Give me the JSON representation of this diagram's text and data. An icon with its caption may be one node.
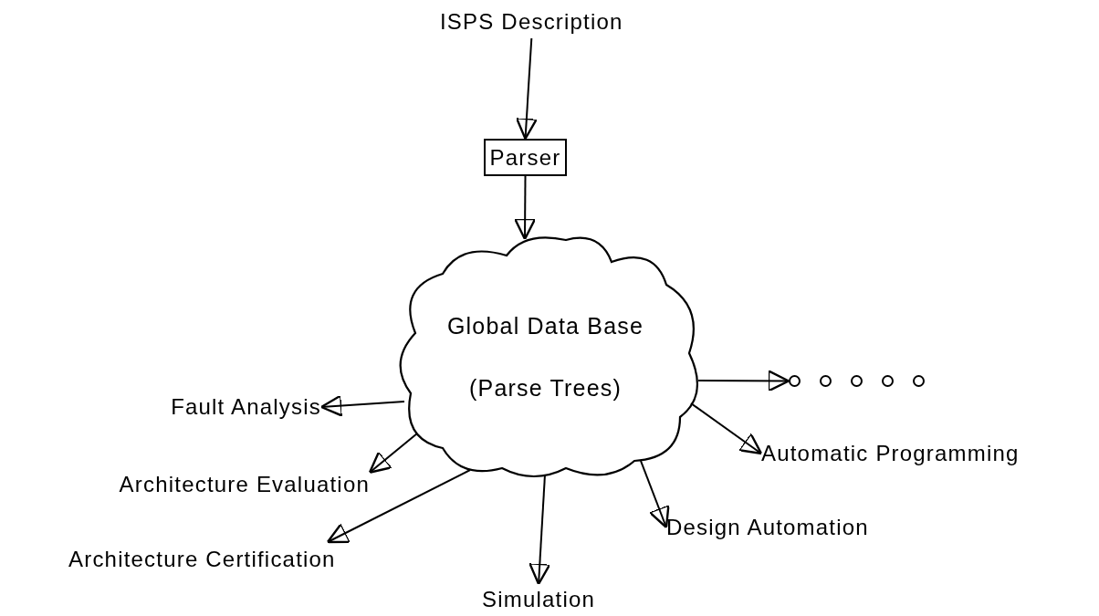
{
  "diagram": {
    "nodes": [
      {
        "text": [
          "ISPS Description"
        ]
      },
      {
        "text": [
          "Parser"
        ]
      },
      {
        "text": [
          "Global Data Base",
          "(Parse Trees)"
        ]
      },
      {
        "text": [
          "Fault Analysis"
        ]
      },
      {
        "text": [
          "Architecture Evaluation"
        ]
      },
      {
        "text": [
          "Architecture Certification"
        ]
      },
      {
        "text": [
          "Simulation"
        ]
      },
      {
        "text": [
          "Design Automation"
        ]
      },
      {
        "text": [
          "Automatic Programming"
        ]
      },
      {
        "text": [],
        "shape": "circle"
      },
      {
        "text": [],
        "shape": "circle"
      },
      {
        "text": [],
        "shape": "circle"
      },
      {
        "text": [],
        "shape": "circle"
      },
      {
        "text": [],
        "shape": "circle"
      }
    ],
    "edges": [
      {
        "from": 0,
        "to": 1,
        "arrow": "to"
      },
      {
        "from": 1,
        "to": 2,
        "arrow": "to"
      },
      {
        "from": 2,
        "to": 3,
        "arrow": "to"
      },
      {
        "from": 2,
        "to": 4,
        "arrow": "to"
      },
      {
        "from": 2,
        "to": 5,
        "arrow": "to"
      },
      {
        "from": 2,
        "to": 6,
        "arrow": "to"
      },
      {
        "from": 2,
        "to": 7,
        "arrow": "to"
      },
      {
        "from": 2,
        "to": 8,
        "arrow": "to"
      },
      {
        "from": 2,
        "to": 9,
        "arrow": "to"
      }
    ]
  }
}
